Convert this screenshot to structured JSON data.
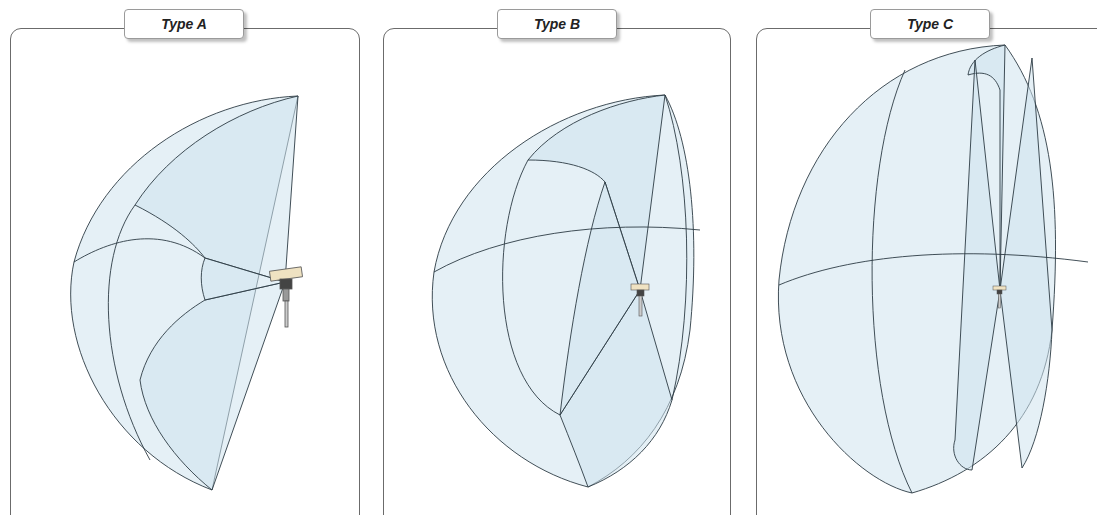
{
  "diagram": {
    "nodes": [
      {
        "text": [
          "Type A"
        ]
      },
      {
        "text": [
          "Type B"
        ]
      },
      {
        "text": [
          "Type C"
        ]
      }
    ]
  }
}
